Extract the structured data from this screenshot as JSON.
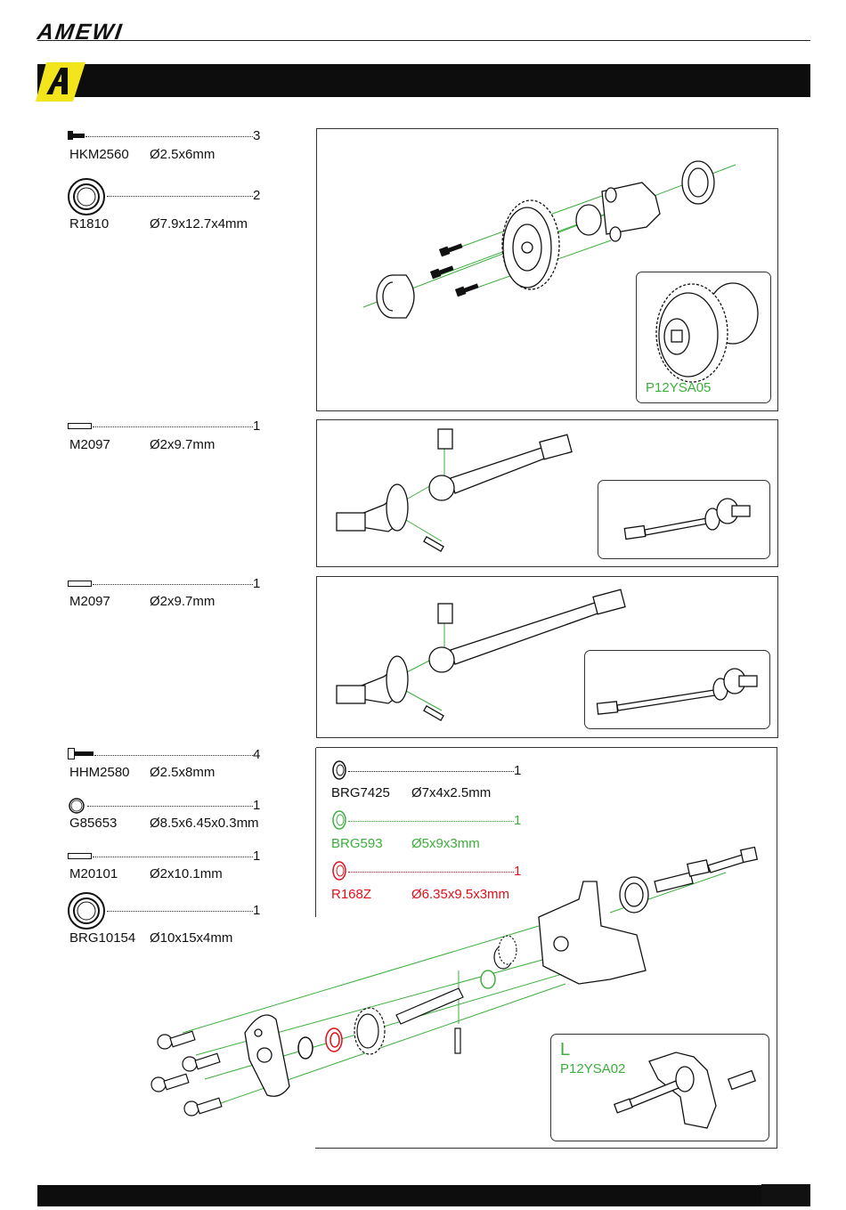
{
  "brand": {
    "name": "AMEWI"
  },
  "colors": {
    "green": "#3cae3c",
    "red": "#e0101a",
    "accent_yellow": "#f2e51b",
    "bar": "#0d0d0d"
  },
  "steps": [
    {
      "parts": [
        {
          "code": "HKM2560",
          "dim": "Ø2.5x6mm",
          "qty": "3",
          "icon": "screw-icon"
        },
        {
          "code": "R1810",
          "dim": "Ø7.9x12.7x4mm",
          "qty": "2",
          "icon": "bearing-icon"
        }
      ],
      "inset_label": "P12YSA05"
    },
    {
      "parts": [
        {
          "code": "M2097",
          "dim": "Ø2x9.7mm",
          "qty": "1",
          "icon": "pin-icon"
        }
      ]
    },
    {
      "parts": [
        {
          "code": "M2097",
          "dim": "Ø2x9.7mm",
          "qty": "1",
          "icon": "pin-icon"
        }
      ]
    },
    {
      "parts": [
        {
          "code": "HHM2580",
          "dim": "Ø2.5x8mm",
          "qty": "4",
          "icon": "hex-screw-icon"
        },
        {
          "code": "G85653",
          "dim": "Ø8.5x6.45x0.3mm",
          "qty": "1",
          "icon": "shim-icon"
        },
        {
          "code": "M20101",
          "dim": "Ø2x10.1mm",
          "qty": "1",
          "icon": "pin-icon"
        },
        {
          "code": "BRG10154",
          "dim": "Ø10x15x4mm",
          "qty": "1",
          "icon": "bearing-icon"
        }
      ],
      "panel_parts": [
        {
          "code": "BRG7425",
          "dim": "Ø7x4x2.5mm",
          "qty": "1",
          "color": "#111111"
        },
        {
          "code": "BRG593",
          "dim": "Ø5x9x3mm",
          "qty": "1",
          "color": "#3cae3c"
        },
        {
          "code": "R168Z",
          "dim": "Ø6.35x9.5x3mm",
          "qty": "1",
          "color": "#e0101a"
        }
      ],
      "inset_side": "L",
      "inset_label": "P12YSA02"
    }
  ]
}
